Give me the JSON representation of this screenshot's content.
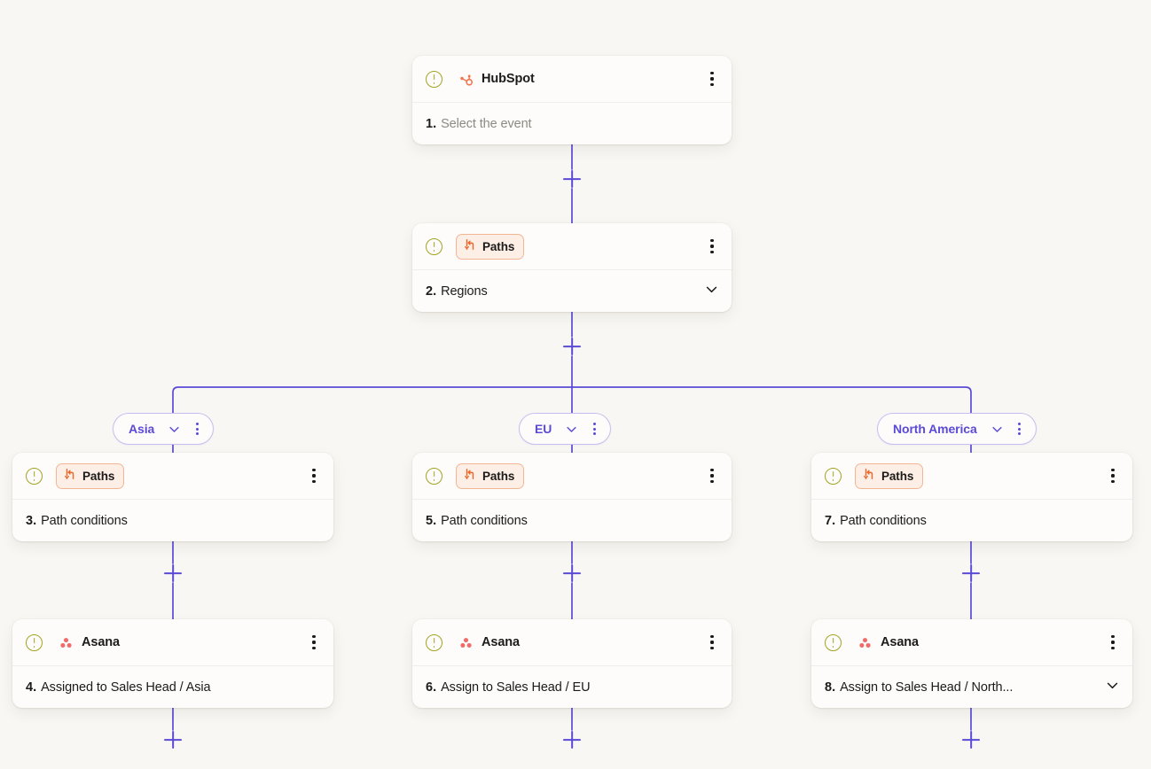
{
  "canvas": {
    "background_color": "#f8f7f3",
    "accent_color": "#5b4ad6",
    "warning_color": "#a1a321",
    "badge_color": "#e8672a"
  },
  "nodes": [
    {
      "id": "node-1",
      "kind": "app",
      "app_name": "HubSpot",
      "app_icon": "hubspot-logo",
      "status_icon": "warning-icon",
      "menu_icon": "kebab-menu-icon",
      "step_number": "1.",
      "step_text": "Select the event",
      "step_muted": true,
      "has_chevron": false
    },
    {
      "id": "node-2",
      "kind": "paths",
      "badge_label": "Paths",
      "badge_icon": "paths-branch-icon",
      "status_icon": "warning-icon",
      "menu_icon": "kebab-menu-icon",
      "step_number": "2.",
      "step_text": "Regions",
      "step_muted": false,
      "has_chevron": true
    },
    {
      "id": "node-3",
      "kind": "paths",
      "badge_label": "Paths",
      "badge_icon": "paths-branch-icon",
      "status_icon": "warning-icon",
      "menu_icon": "kebab-menu-icon",
      "step_number": "3.",
      "step_text": "Path conditions",
      "step_muted": false,
      "has_chevron": false
    },
    {
      "id": "node-4",
      "kind": "app",
      "app_name": "Asana",
      "app_icon": "asana-logo",
      "status_icon": "warning-icon",
      "menu_icon": "kebab-menu-icon",
      "step_number": "4.",
      "step_text": "Assigned to Sales Head / Asia",
      "step_muted": false,
      "has_chevron": false
    },
    {
      "id": "node-5",
      "kind": "paths",
      "badge_label": "Paths",
      "badge_icon": "paths-branch-icon",
      "status_icon": "warning-icon",
      "menu_icon": "kebab-menu-icon",
      "step_number": "5.",
      "step_text": "Path conditions",
      "step_muted": false,
      "has_chevron": false
    },
    {
      "id": "node-6",
      "kind": "app",
      "app_name": "Asana",
      "app_icon": "asana-logo",
      "status_icon": "warning-icon",
      "menu_icon": "kebab-menu-icon",
      "step_number": "6.",
      "step_text": "Assign to Sales Head / EU",
      "step_muted": false,
      "has_chevron": false
    },
    {
      "id": "node-7",
      "kind": "paths",
      "badge_label": "Paths",
      "badge_icon": "paths-branch-icon",
      "status_icon": "warning-icon",
      "menu_icon": "kebab-menu-icon",
      "step_number": "7.",
      "step_text": "Path conditions",
      "step_muted": false,
      "has_chevron": false
    },
    {
      "id": "node-8",
      "kind": "app",
      "app_name": "Asana",
      "app_icon": "asana-logo",
      "status_icon": "warning-icon",
      "menu_icon": "kebab-menu-icon",
      "step_number": "8.",
      "step_text": "Assign to Sales Head / North...",
      "step_muted": false,
      "has_chevron": true
    }
  ],
  "branches": [
    {
      "id": "branch-asia",
      "label": "Asia",
      "chevron_icon": "chevron-down-icon",
      "menu_icon": "kebab-menu-icon"
    },
    {
      "id": "branch-eu",
      "label": "EU",
      "chevron_icon": "chevron-down-icon",
      "menu_icon": "kebab-menu-icon"
    },
    {
      "id": "branch-na",
      "label": "North America",
      "chevron_icon": "chevron-down-icon",
      "menu_icon": "kebab-menu-icon"
    }
  ],
  "add_buttons": [
    {
      "id": "add-after-1",
      "label": "+"
    },
    {
      "id": "add-after-2",
      "label": "+"
    },
    {
      "id": "add-after-3",
      "label": "+"
    },
    {
      "id": "add-after-5",
      "label": "+"
    },
    {
      "id": "add-after-7",
      "label": "+"
    },
    {
      "id": "add-after-4",
      "label": "+"
    },
    {
      "id": "add-after-6",
      "label": "+"
    },
    {
      "id": "add-after-8",
      "label": "+"
    }
  ]
}
